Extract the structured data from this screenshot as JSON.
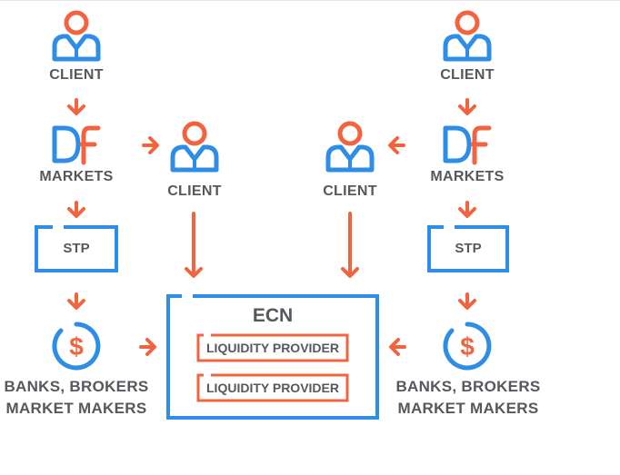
{
  "colors": {
    "orange": "#f26440",
    "blue": "#2e8de6",
    "text": "#55585c"
  },
  "left": {
    "client": "CLIENT",
    "markets": "MARKETS",
    "stp": "STP",
    "banks_line1": "BANKS, BROKERS",
    "banks_line2": "MARKET MAKERS"
  },
  "middle": {
    "client_left": "CLIENT",
    "client_right": "CLIENT"
  },
  "ecn": {
    "title": "ECN",
    "providers": [
      "LIQUIDITY PROVIDER",
      "LIQUIDITY PROVIDER"
    ]
  },
  "right": {
    "client": "CLIENT",
    "markets": "MARKETS",
    "stp": "STP",
    "banks_line1": "BANKS, BROKERS",
    "banks_line2": "MARKET MAKERS"
  },
  "icons": [
    "person-icon",
    "df-markets-logo-icon",
    "dollar-coin-icon",
    "arrow-icon"
  ]
}
